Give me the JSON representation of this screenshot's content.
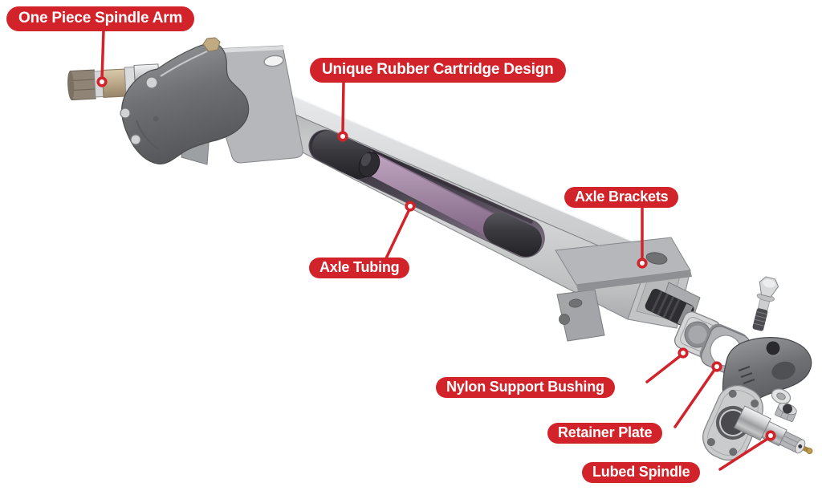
{
  "diagram": {
    "subject": "torsion-axle-assembly",
    "labels": [
      {
        "id": "one-piece-spindle-arm",
        "text": "One Piece Spindle Arm"
      },
      {
        "id": "unique-rubber-cartridge-design",
        "text": "Unique Rubber Cartridge Design"
      },
      {
        "id": "axle-brackets",
        "text": "Axle Brackets"
      },
      {
        "id": "axle-tubing",
        "text": "Axle Tubing"
      },
      {
        "id": "nylon-support-bushing",
        "text": "Nylon Support Bushing"
      },
      {
        "id": "retainer-plate",
        "text": "Retainer Plate"
      },
      {
        "id": "lubed-spindle",
        "text": "Lubed Spindle"
      }
    ],
    "colors": {
      "background": "#ffffff",
      "label_background": "#d2232a",
      "label_text": "#ffffff",
      "pointer_line": "#d2232a",
      "pointer_dot_fill": "#ffffff",
      "cartridge_purple": "#a289a4",
      "rubber_cord_dark": "#3a3a3f",
      "metal_light": "#d2d3d5",
      "metal_mid": "#b2b4b7",
      "metal_dark": "#85878a",
      "casting_gray": "#6e7073",
      "brass": "#bba888"
    }
  }
}
